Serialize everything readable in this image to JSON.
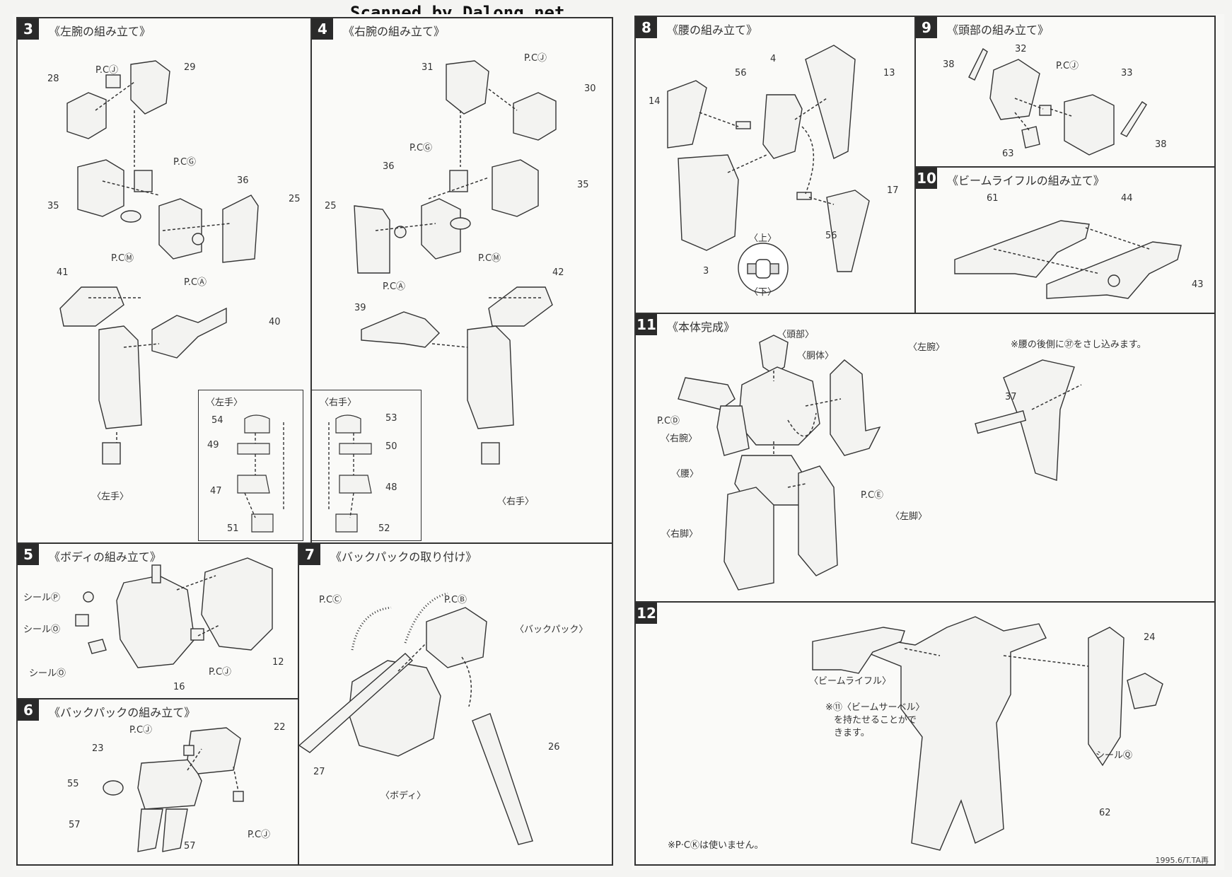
{
  "header": {
    "scan_credit": "Scanned by Dalong.net"
  },
  "footer": {
    "print_code": "1995.6/T.TA再"
  },
  "steps": {
    "s3": {
      "num": "3",
      "title": "《左腕の組み立て》",
      "parts": [
        "28",
        "29",
        "36",
        "25",
        "35",
        "41",
        "40",
        "54",
        "49",
        "47",
        "51"
      ],
      "pcs": [
        "P.CⒿ",
        "P.CⒼ",
        "P.CⓂ",
        "P.CⒶ"
      ],
      "hand_label": "〈左手〉",
      "hand_box_title": "〈左手〉"
    },
    "s4": {
      "num": "4",
      "title": "《右腕の組み立て》",
      "parts": [
        "31",
        "30",
        "36",
        "35",
        "25",
        "42",
        "39",
        "53",
        "50",
        "48",
        "52"
      ],
      "pcs": [
        "P.CⒿ",
        "P.CⒼ",
        "P.CⓂ",
        "P.CⒶ"
      ],
      "hand_label": "〈右手〉",
      "hand_box_title": "〈右手〉"
    },
    "s5": {
      "num": "5",
      "title": "《ボディの組み立て》",
      "seals": [
        "シールⓅ",
        "シールⓄ",
        "シールⓄ"
      ],
      "parts": [
        "12",
        "16"
      ],
      "pc": "P.CⒿ"
    },
    "s6": {
      "num": "6",
      "title": "《バックパックの組み立て》",
      "parts": [
        "22",
        "23",
        "55",
        "57",
        "57"
      ],
      "pcs": [
        "P.CⒿ",
        "P.CⒿ"
      ]
    },
    "s7": {
      "num": "7",
      "title": "《バックパックの取り付け》",
      "pcs": [
        "P.CⒸ",
        "P.CⒷ"
      ],
      "labels": [
        "〈バックパック〉",
        "〈ボディ〉"
      ],
      "parts": [
        "27",
        "26"
      ]
    },
    "s8": {
      "num": "8",
      "title": "《腰の組み立て》",
      "parts": [
        "56",
        "4",
        "13",
        "14",
        "17",
        "56",
        "3"
      ],
      "up": "〈上〉",
      "down": "〈下〉"
    },
    "s9": {
      "num": "9",
      "title": "《頭部の組み立て》",
      "parts": [
        "32",
        "33",
        "38",
        "38",
        "63"
      ],
      "pc": "P.CⒿ"
    },
    "s10": {
      "num": "10",
      "title": "《ビームライフルの組み立て》",
      "parts": [
        "61",
        "44",
        "43"
      ]
    },
    "s11": {
      "num": "11",
      "title": "《本体完成》",
      "labels": {
        "head": "〈頭部〉",
        "torso": "〈胴体〉",
        "left_arm": "〈左腕〉",
        "pcd": "P.CⒹ",
        "right_arm": "〈右腕〉",
        "waist": "〈腰〉",
        "pce": "P.CⒺ",
        "left_leg": "〈左脚〉",
        "right_leg": "〈右脚〉"
      },
      "note": "※腰の後側に㊲をさし込みます。",
      "part": "37"
    },
    "s12": {
      "num": "12",
      "labels": {
        "rifle": "〈ビームライフル〉",
        "seal": "シールⓆ"
      },
      "parts": [
        "24",
        "62"
      ],
      "note_lines": [
        "※⑪〈ビームサーベル〉",
        "を持たせることがで",
        "きます。"
      ],
      "pck_note": "※P·CⓀは使いません。"
    }
  }
}
